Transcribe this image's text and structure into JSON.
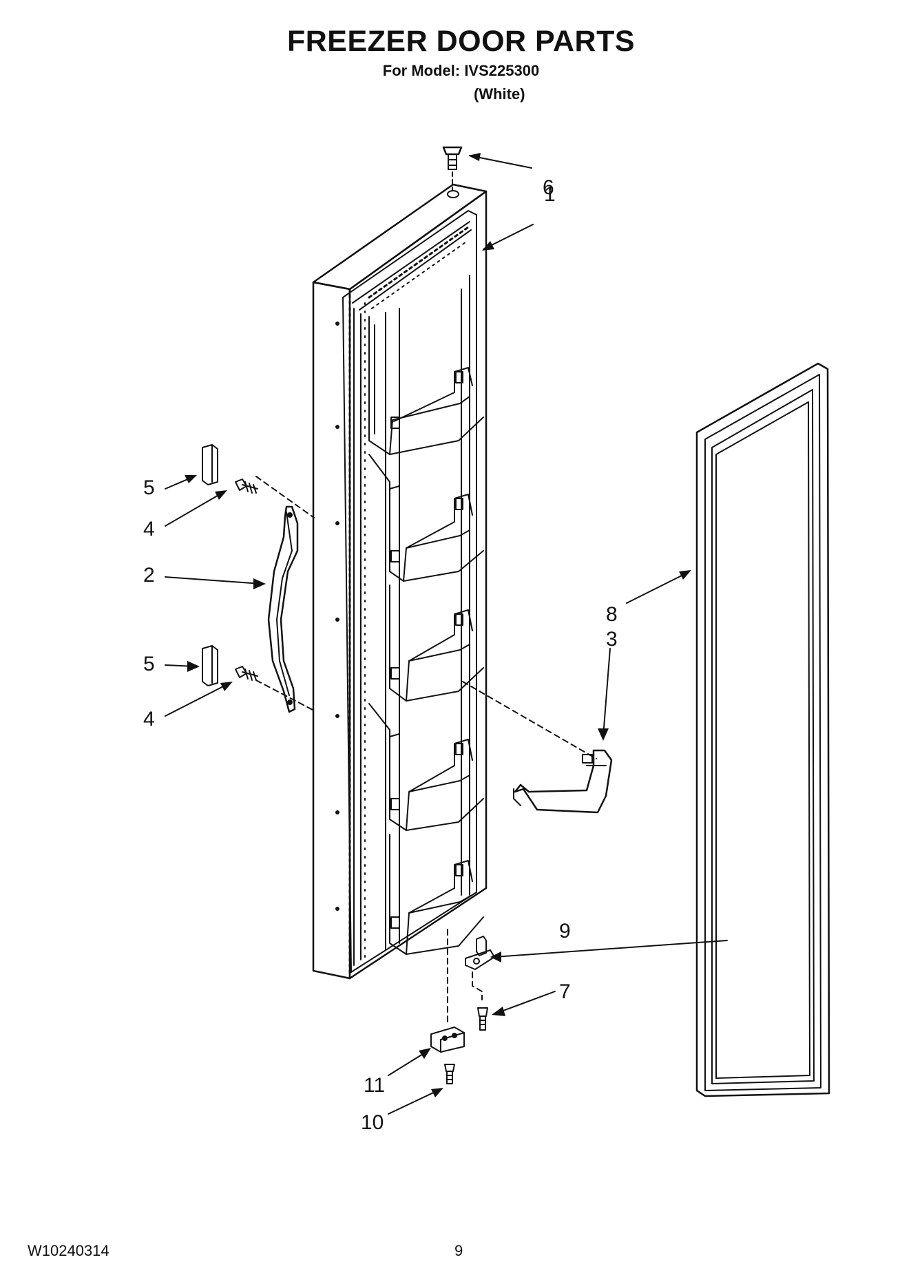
{
  "header": {
    "title": "FREEZER DOOR PARTS",
    "model_line": "For Model: IVS225300",
    "color_line": "(White)"
  },
  "callouts": [
    {
      "id": "c6a",
      "label": "6"
    },
    {
      "id": "c1",
      "label": "1"
    },
    {
      "id": "c5a",
      "label": "5"
    },
    {
      "id": "c4a",
      "label": "4"
    },
    {
      "id": "c2",
      "label": "2"
    },
    {
      "id": "c5b",
      "label": "5"
    },
    {
      "id": "c4b",
      "label": "4"
    },
    {
      "id": "c8",
      "label": "8"
    },
    {
      "id": "c3",
      "label": "3"
    },
    {
      "id": "c9",
      "label": "9"
    },
    {
      "id": "c7",
      "label": "7"
    },
    {
      "id": "c11",
      "label": "11"
    },
    {
      "id": "c10",
      "label": "10"
    }
  ],
  "footer": {
    "doc_number": "W10240314",
    "page_number": "9"
  }
}
